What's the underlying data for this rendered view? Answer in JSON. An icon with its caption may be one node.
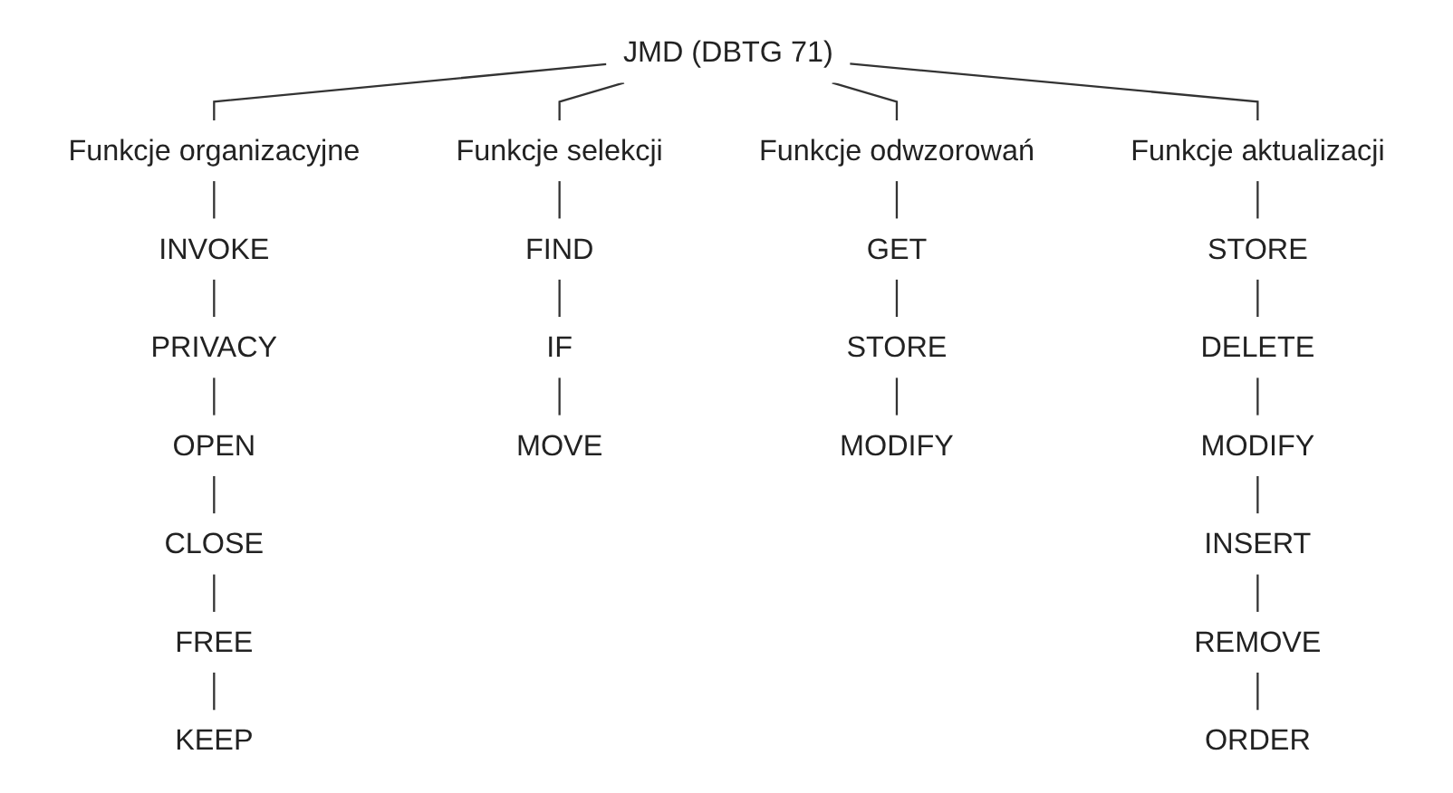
{
  "diagram": {
    "nodes": [
      {
        "text": [
          "JMD (DBTG 71)"
        ]
      },
      {
        "text": [
          "Funkcje organizacyjne"
        ]
      },
      {
        "text": [
          "INVOKE"
        ]
      },
      {
        "text": [
          "PRIVACY"
        ]
      },
      {
        "text": [
          "OPEN"
        ]
      },
      {
        "text": [
          "CLOSE"
        ]
      },
      {
        "text": [
          "FREE"
        ]
      },
      {
        "text": [
          "KEEP"
        ]
      },
      {
        "text": [
          "Funkcje selekcji"
        ]
      },
      {
        "text": [
          "FIND"
        ]
      },
      {
        "text": [
          "IF"
        ]
      },
      {
        "text": [
          "MOVE"
        ]
      },
      {
        "text": [
          "Funkcje odwzorowań"
        ]
      },
      {
        "text": [
          "GET"
        ]
      },
      {
        "text": [
          "STORE"
        ]
      },
      {
        "text": [
          "MODIFY"
        ]
      },
      {
        "text": [
          "Funkcje aktualizacji"
        ]
      },
      {
        "text": [
          "STORE"
        ]
      },
      {
        "text": [
          "DELETE"
        ]
      },
      {
        "text": [
          "MODIFY"
        ]
      },
      {
        "text": [
          "INSERT"
        ]
      },
      {
        "text": [
          "REMOVE"
        ]
      },
      {
        "text": [
          "ORDER"
        ]
      }
    ],
    "edges": [
      {
        "from": 0,
        "to": 1,
        "arrow": "none"
      },
      {
        "from": 0,
        "to": 8,
        "arrow": "none"
      },
      {
        "from": 0,
        "to": 12,
        "arrow": "none"
      },
      {
        "from": 0,
        "to": 16,
        "arrow": "none"
      },
      {
        "from": 1,
        "to": 2,
        "arrow": "none"
      },
      {
        "from": 2,
        "to": 3,
        "arrow": "none"
      },
      {
        "from": 3,
        "to": 4,
        "arrow": "none"
      },
      {
        "from": 4,
        "to": 5,
        "arrow": "none"
      },
      {
        "from": 5,
        "to": 6,
        "arrow": "none"
      },
      {
        "from": 6,
        "to": 7,
        "arrow": "none"
      },
      {
        "from": 8,
        "to": 9,
        "arrow": "none"
      },
      {
        "from": 9,
        "to": 10,
        "arrow": "none"
      },
      {
        "from": 10,
        "to": 11,
        "arrow": "none"
      },
      {
        "from": 12,
        "to": 13,
        "arrow": "none"
      },
      {
        "from": 13,
        "to": 14,
        "arrow": "none"
      },
      {
        "from": 14,
        "to": 15,
        "arrow": "none"
      },
      {
        "from": 16,
        "to": 17,
        "arrow": "none"
      },
      {
        "from": 17,
        "to": 18,
        "arrow": "none"
      },
      {
        "from": 18,
        "to": 19,
        "arrow": "none"
      },
      {
        "from": 19,
        "to": 20,
        "arrow": "none"
      },
      {
        "from": 20,
        "to": 21,
        "arrow": "none"
      },
      {
        "from": 21,
        "to": 22,
        "arrow": "none"
      }
    ]
  }
}
